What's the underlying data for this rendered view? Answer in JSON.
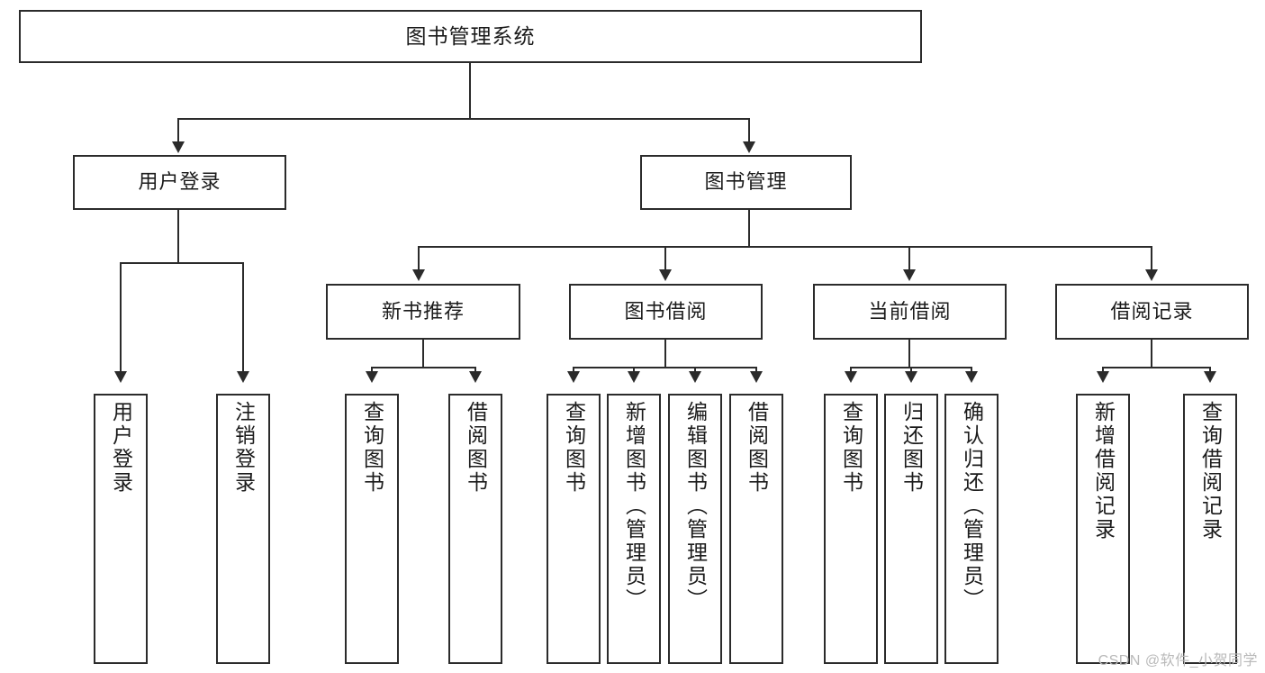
{
  "diagram": {
    "type": "tree-hierarchy",
    "title": "图书管理系统",
    "root": {
      "label": "图书管理系统"
    },
    "level1": [
      {
        "label": "用户登录"
      },
      {
        "label": "图书管理"
      }
    ],
    "level2": [
      {
        "label": "新书推荐",
        "parent": "图书管理"
      },
      {
        "label": "图书借阅",
        "parent": "图书管理"
      },
      {
        "label": "当前借阅",
        "parent": "图书管理"
      },
      {
        "label": "借阅记录",
        "parent": "图书管理"
      }
    ],
    "leaves": [
      {
        "label": "用户登录",
        "parent": "用户登录"
      },
      {
        "label": "注销登录",
        "parent": "用户登录"
      },
      {
        "label": "查询图书",
        "parent": "新书推荐"
      },
      {
        "label": "借阅图书",
        "parent": "新书推荐"
      },
      {
        "label": "查询图书",
        "parent": "图书借阅"
      },
      {
        "label": "新增图书（管理员）",
        "parent": "图书借阅"
      },
      {
        "label": "编辑图书（管理员）",
        "parent": "图书借阅"
      },
      {
        "label": "借阅图书",
        "parent": "图书借阅"
      },
      {
        "label": "查询图书",
        "parent": "当前借阅"
      },
      {
        "label": "归还图书",
        "parent": "当前借阅"
      },
      {
        "label": "确认归还（管理员）",
        "parent": "当前借阅"
      },
      {
        "label": "新增借阅记录",
        "parent": "借阅记录"
      },
      {
        "label": "查询借阅记录",
        "parent": "借阅记录"
      }
    ],
    "colors": {
      "box_border": "#2b2b2b",
      "box_fill": "#ffffff",
      "text": "#1b1b1b",
      "watermark": "#b9b9b9",
      "background": "#ffffff"
    }
  },
  "watermark": {
    "text": "CSDN @软件_小贺同学"
  }
}
